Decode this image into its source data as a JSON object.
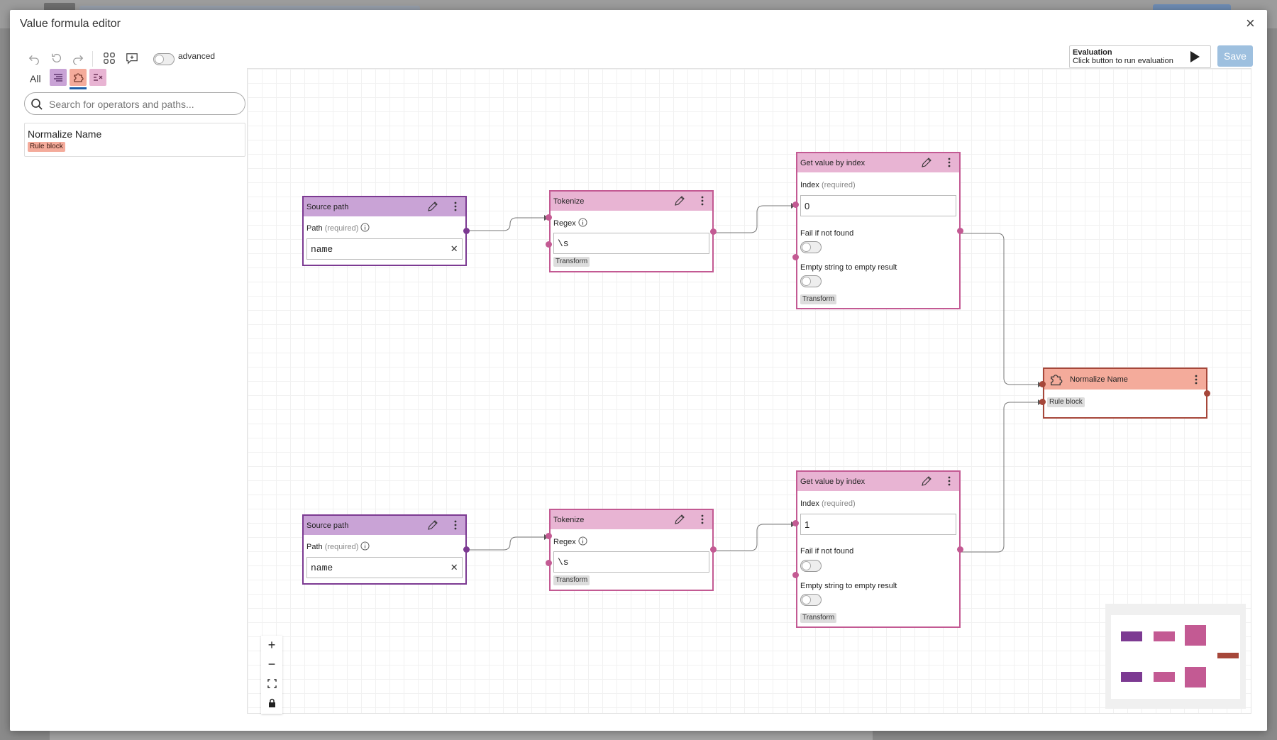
{
  "dialog": {
    "title": "Value formula editor",
    "close_symbol": "×"
  },
  "toolbar": {
    "undo_icon": "undo-icon",
    "redo_icon": "redo-icon",
    "advanced_label": "advanced",
    "advanced_enabled": false,
    "evaluation_title": "Evaluation",
    "evaluation_hint": "Click button to run evaluation",
    "save_label": "Save"
  },
  "sidebar": {
    "tab_all_label": "All",
    "search_placeholder": "Search for operators and paths...",
    "items": [
      {
        "name": "Normalize Name",
        "tag": "Rule block"
      }
    ]
  },
  "canvas": {
    "nodes": {
      "source1": {
        "title": "Source path",
        "path_label": "Path",
        "required_label": "(required)",
        "value": "name"
      },
      "tokenize1": {
        "title": "Tokenize",
        "regex_label": "Regex",
        "value": "\\s",
        "tag": "Transform"
      },
      "getidx1": {
        "title": "Get value by index",
        "index_label": "Index",
        "required_label": "(required)",
        "value": "0",
        "fail_label": "Fail if not found",
        "empty_label": "Empty string to empty result",
        "tag": "Transform"
      },
      "source2": {
        "title": "Source path",
        "path_label": "Path",
        "required_label": "(required)",
        "value": "name"
      },
      "tokenize2": {
        "title": "Tokenize",
        "regex_label": "Regex",
        "value": "\\s",
        "tag": "Transform"
      },
      "getidx2": {
        "title": "Get value by index",
        "index_label": "Index",
        "required_label": "(required)",
        "value": "1",
        "fail_label": "Fail if not found",
        "empty_label": "Empty string to empty result",
        "tag": "Transform"
      },
      "rule": {
        "title": "Normalize Name",
        "tag": "Rule block"
      }
    }
  },
  "colors": {
    "source": "#7c3a92",
    "transform": "#c35a93",
    "ruleblock": "#a6473a"
  },
  "zoom_controls": {
    "zoom_in": "+",
    "zoom_out": "−"
  }
}
